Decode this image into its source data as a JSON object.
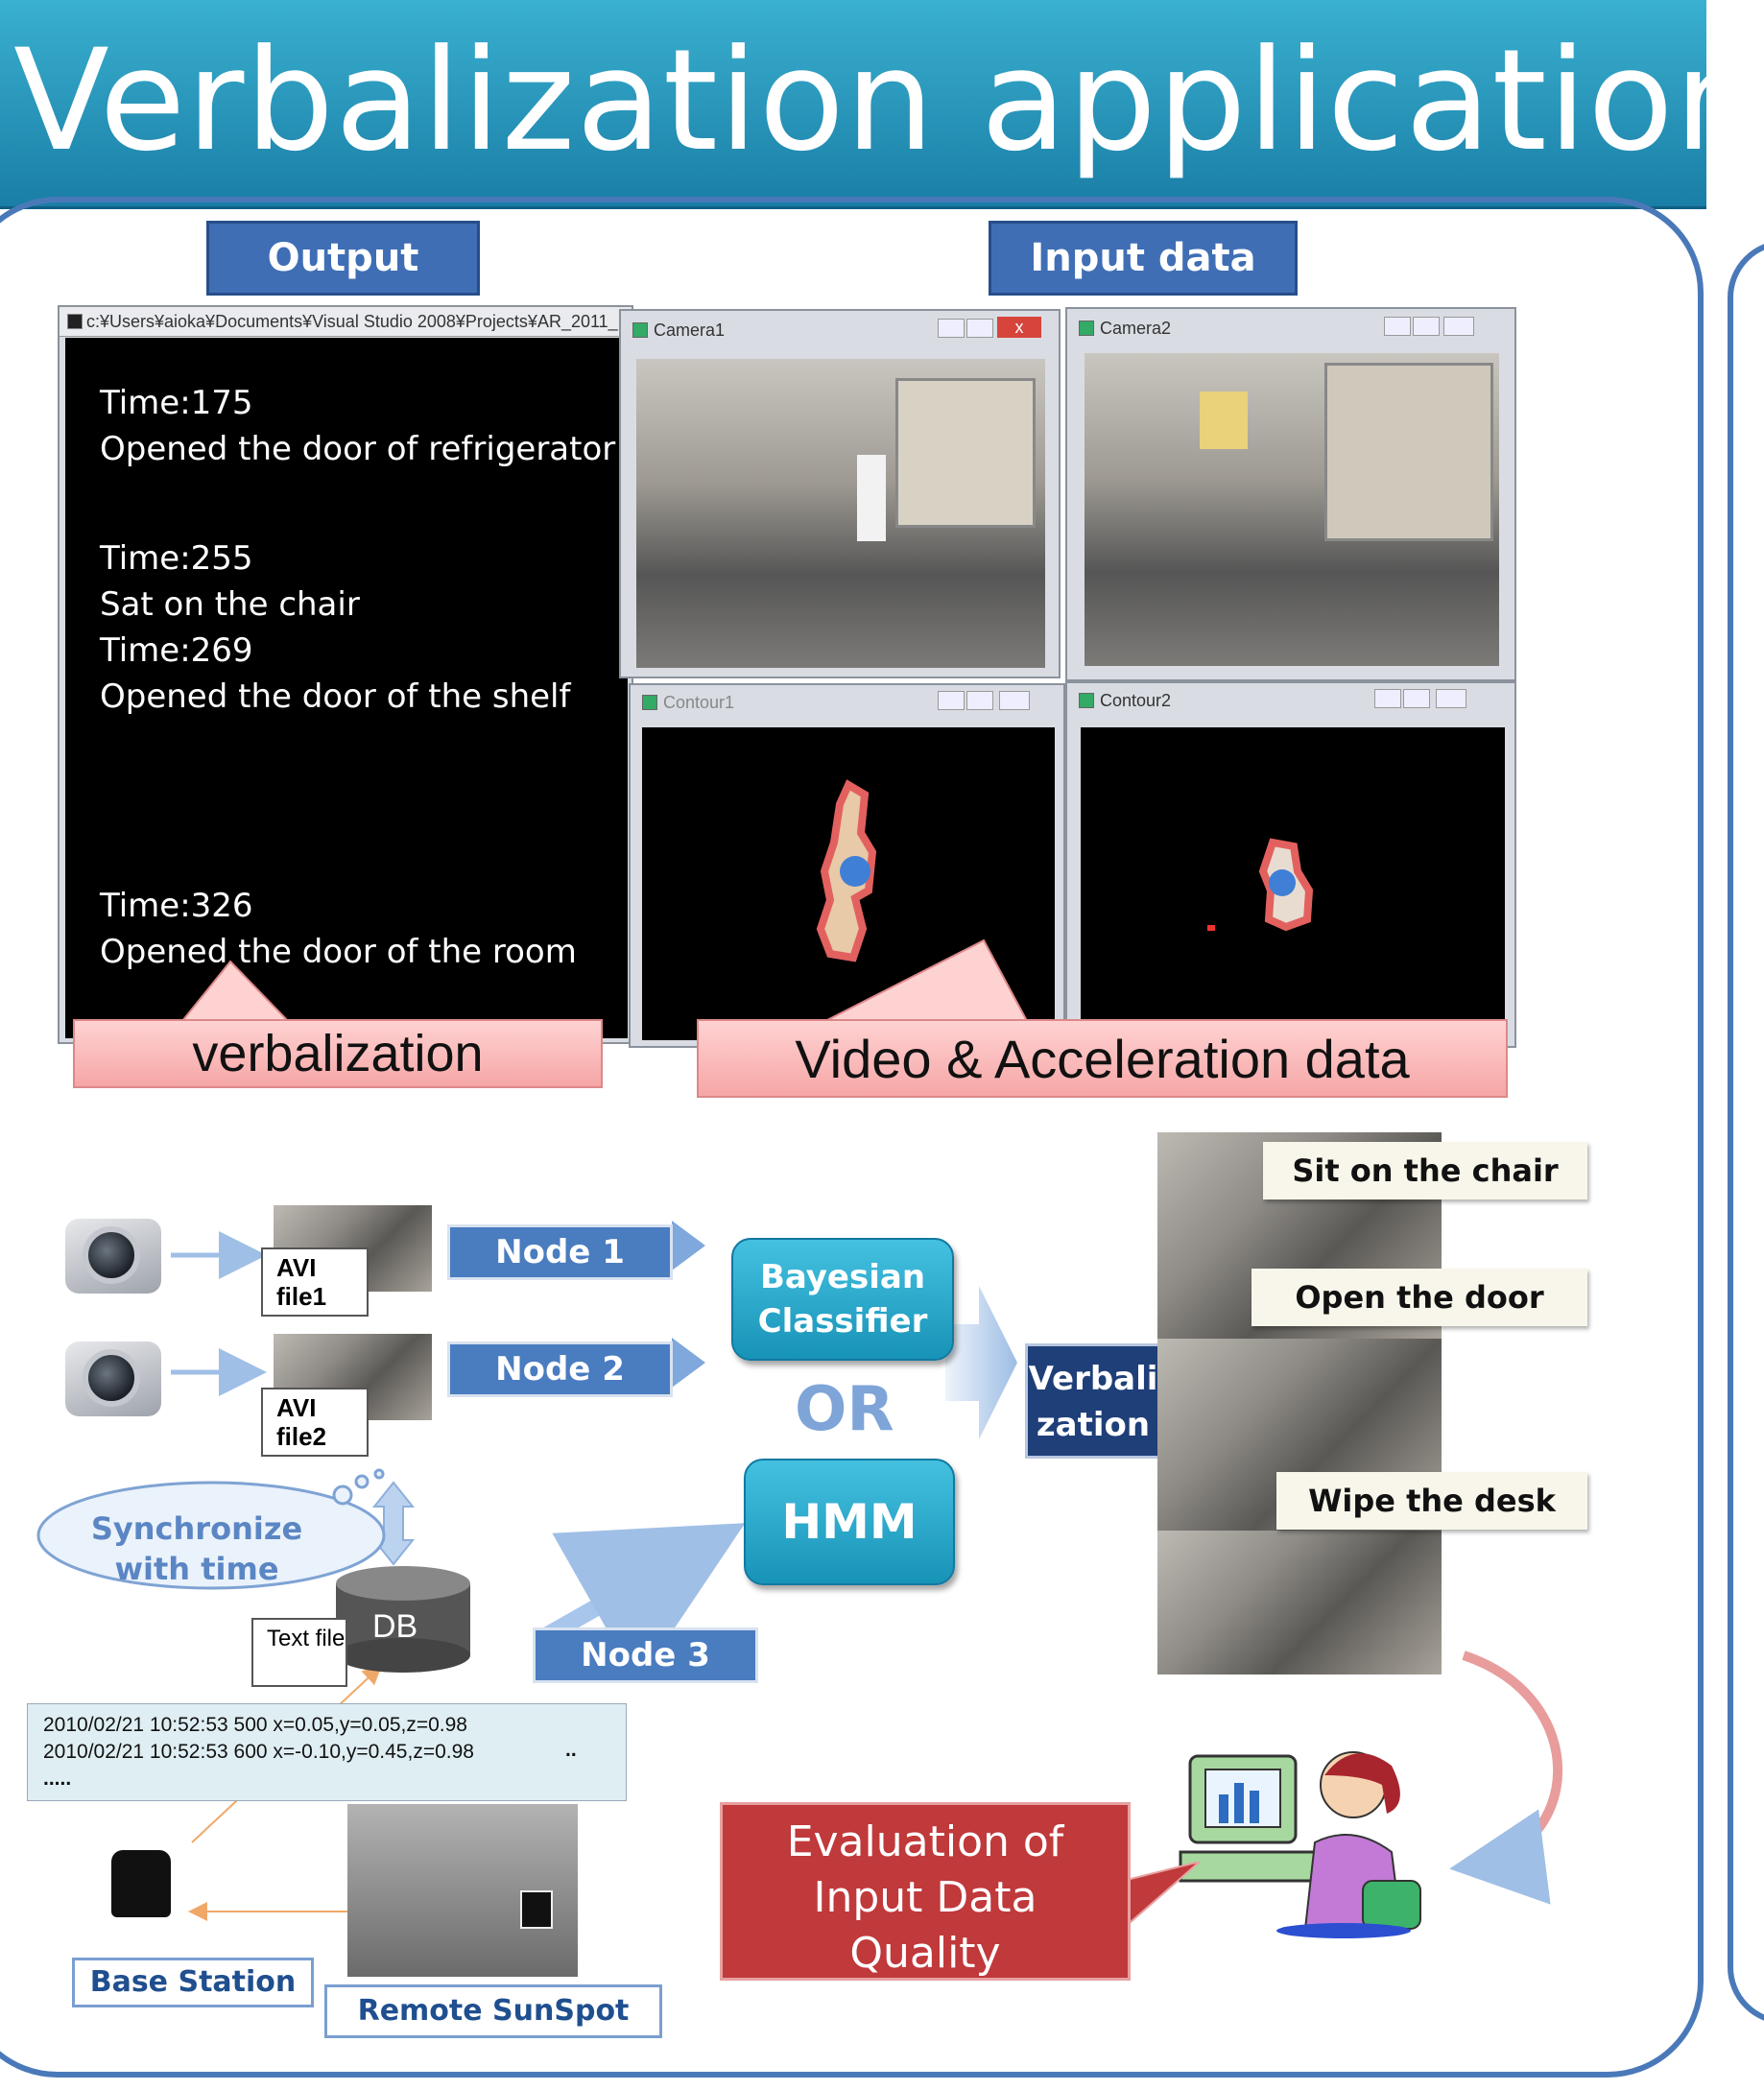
{
  "title": "Verbalization application",
  "output_tag": "Output",
  "input_tag": "Input data",
  "console": {
    "title": "c:¥Users¥aioka¥Documents¥Visual Studio 2008¥Projects¥AR_2011_",
    "lines": [
      "Time:175",
      "Opened the door of refrigerator",
      "Time:255",
      "Sat on the chair",
      "Time:269",
      "Opened the door of the shelf",
      "Time:326",
      "Opened the door of the room"
    ]
  },
  "windows": {
    "camera1": "Camera1",
    "camera2": "Camera2",
    "contour1": "Contour1",
    "contour2": "Contour2"
  },
  "labels": {
    "verbalization": "verbalization",
    "video_accel": "Video & Acceleration data"
  },
  "flow": {
    "avi1": "AVI file1",
    "avi2": "AVI file2",
    "node1": "Node 1",
    "node2": "Node 2",
    "node3": "Node 3",
    "bayesian": "Bayesian Classifier",
    "or": "OR",
    "hmm": "HMM",
    "verbalization": "Verbali zation",
    "sync": "Synchronize with time",
    "db": "DB",
    "text_file": "Text file",
    "log_lines": [
      "2010/02/21 10:52:53  500  x=0.05,y=0.05,z=0.98",
      "2010/02/21 10:52:53  600 x=-0.10,y=0.45,z=0.98",
      "....."
    ],
    "log_dots": "..",
    "base_station": "Base Station",
    "remote_sunspot": "Remote  SunSpot"
  },
  "callouts": {
    "sit": "Sit on the chair",
    "open": "Open  the door",
    "wipe": "Wipe the desk"
  },
  "evaluation": "Evaluation of Input Data Quality",
  "colors": {
    "banner": "#1e86ad",
    "frame": "#4a79b9",
    "tag": "#3f6eb5",
    "pink": "#f6a6a6",
    "teal": "#2aa9cf",
    "evaluation": "#c0393b"
  }
}
